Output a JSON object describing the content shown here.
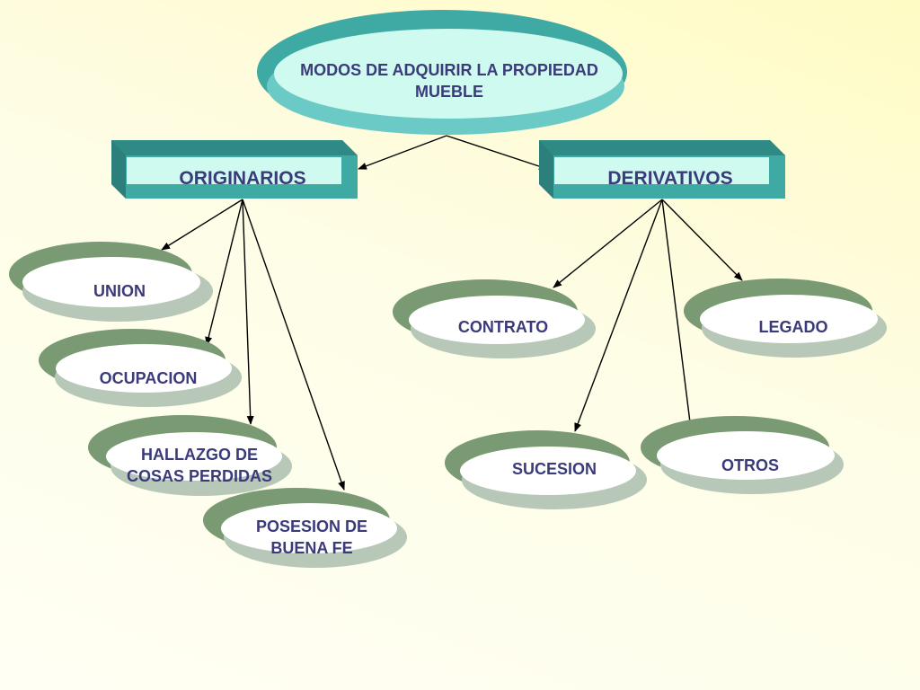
{
  "title": "MODOS DE ADQUIRIR LA PROPIEDAD\nMUEBLE",
  "categories": {
    "originarios": {
      "label": "ORIGINARIOS",
      "items": [
        "UNION",
        "OCUPACION",
        "HALLAZGO DE\nCOSAS PERDIDAS",
        "POSESION DE\nBUENA FE"
      ]
    },
    "derivativos": {
      "label": "DERIVATIVOS",
      "items": [
        "CONTRATO",
        "LEGADO",
        "SUCESION",
        "OTROS"
      ]
    }
  },
  "colors": {
    "teal_dark": "#3fa9a4",
    "teal_light": "#cffaf0",
    "ellipse_dark": "#7a9a73",
    "ellipse_light": "#b8c8b8",
    "text": "#3b3a7a",
    "arrow": "#000000"
  }
}
